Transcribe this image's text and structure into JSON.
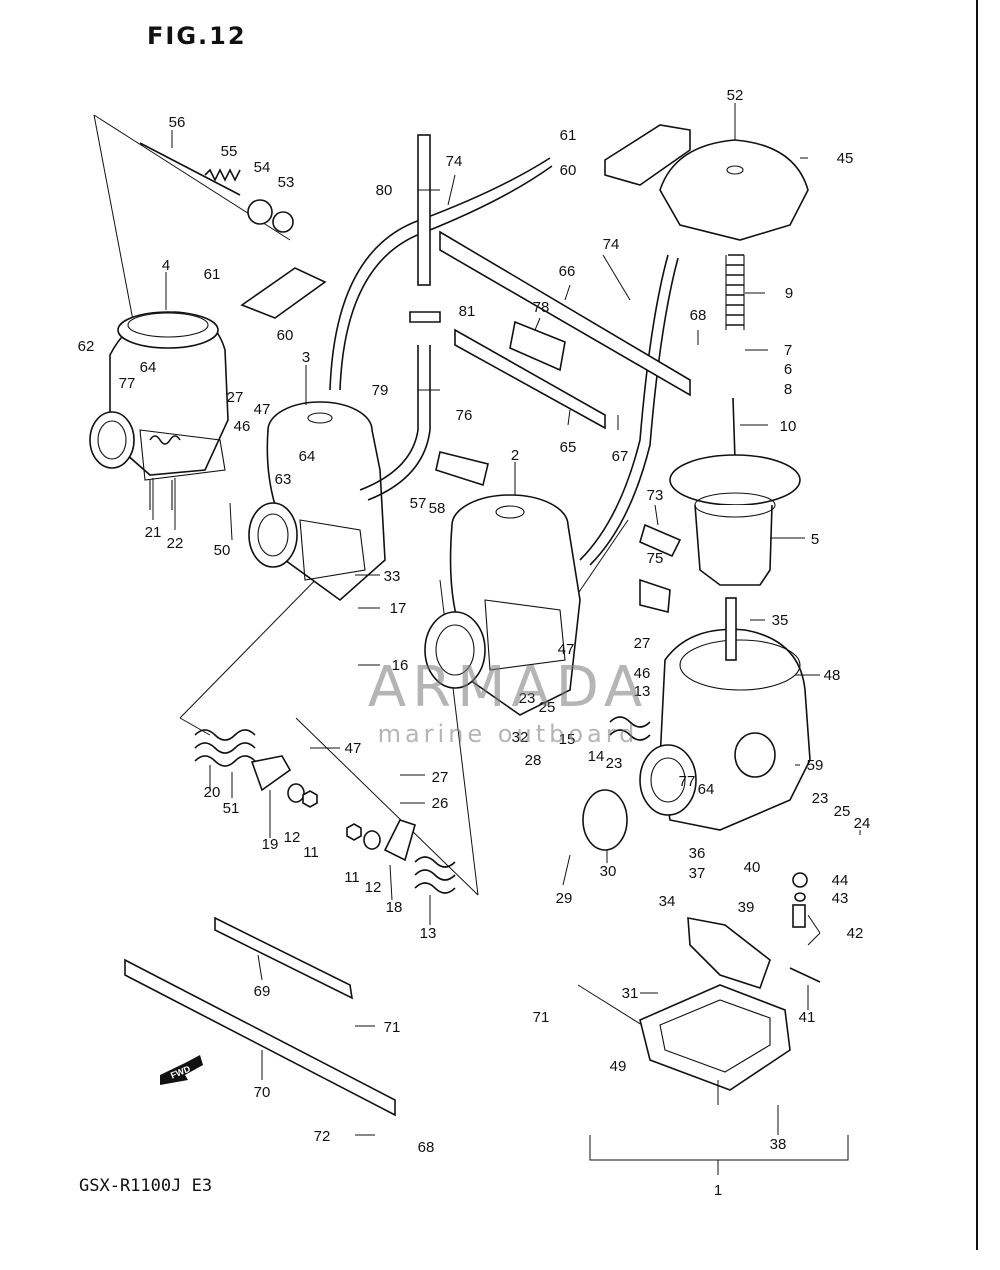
{
  "figure_title": "FIG.12",
  "model_code": "GSX-R1100J E3",
  "watermark": {
    "brand": "ARMADA",
    "tagline": "marine outboard"
  },
  "fwd_label": "FWD",
  "parts": [
    {
      "id": "p1",
      "label": "1"
    },
    {
      "id": "p2",
      "label": "2"
    },
    {
      "id": "p3",
      "label": "3"
    },
    {
      "id": "p4",
      "label": "4"
    },
    {
      "id": "p5",
      "label": "5"
    },
    {
      "id": "p6",
      "label": "6"
    },
    {
      "id": "p7",
      "label": "7"
    },
    {
      "id": "p8",
      "label": "8"
    },
    {
      "id": "p9",
      "label": "9"
    },
    {
      "id": "p10",
      "label": "10"
    },
    {
      "id": "p11a",
      "label": "11"
    },
    {
      "id": "p11b",
      "label": "11"
    },
    {
      "id": "p12a",
      "label": "12"
    },
    {
      "id": "p12b",
      "label": "12"
    },
    {
      "id": "p13a",
      "label": "13"
    },
    {
      "id": "p13b",
      "label": "13"
    },
    {
      "id": "p14",
      "label": "14"
    },
    {
      "id": "p15",
      "label": "15"
    },
    {
      "id": "p16",
      "label": "16"
    },
    {
      "id": "p17",
      "label": "17"
    },
    {
      "id": "p18",
      "label": "18"
    },
    {
      "id": "p19",
      "label": "19"
    },
    {
      "id": "p20",
      "label": "20"
    },
    {
      "id": "p21",
      "label": "21"
    },
    {
      "id": "p22",
      "label": "22"
    },
    {
      "id": "p23a",
      "label": "23"
    },
    {
      "id": "p23b",
      "label": "23"
    },
    {
      "id": "p23c",
      "label": "23"
    },
    {
      "id": "p24",
      "label": "24"
    },
    {
      "id": "p25a",
      "label": "25"
    },
    {
      "id": "p25b",
      "label": "25"
    },
    {
      "id": "p26",
      "label": "26"
    },
    {
      "id": "p27a",
      "label": "27"
    },
    {
      "id": "p27b",
      "label": "27"
    },
    {
      "id": "p27c",
      "label": "27"
    },
    {
      "id": "p28",
      "label": "28"
    },
    {
      "id": "p29",
      "label": "29"
    },
    {
      "id": "p30",
      "label": "30"
    },
    {
      "id": "p31",
      "label": "31"
    },
    {
      "id": "p32",
      "label": "32"
    },
    {
      "id": "p33",
      "label": "33"
    },
    {
      "id": "p34",
      "label": "34"
    },
    {
      "id": "p35",
      "label": "35"
    },
    {
      "id": "p36",
      "label": "36"
    },
    {
      "id": "p37",
      "label": "37"
    },
    {
      "id": "p38",
      "label": "38"
    },
    {
      "id": "p39",
      "label": "39"
    },
    {
      "id": "p40",
      "label": "40"
    },
    {
      "id": "p41",
      "label": "41"
    },
    {
      "id": "p42",
      "label": "42"
    },
    {
      "id": "p43",
      "label": "43"
    },
    {
      "id": "p44",
      "label": "44"
    },
    {
      "id": "p45",
      "label": "45"
    },
    {
      "id": "p46a",
      "label": "46"
    },
    {
      "id": "p46b",
      "label": "46"
    },
    {
      "id": "p47a",
      "label": "47"
    },
    {
      "id": "p47b",
      "label": "47"
    },
    {
      "id": "p47c",
      "label": "47"
    },
    {
      "id": "p48",
      "label": "48"
    },
    {
      "id": "p49",
      "label": "49"
    },
    {
      "id": "p50",
      "label": "50"
    },
    {
      "id": "p51",
      "label": "51"
    },
    {
      "id": "p52",
      "label": "52"
    },
    {
      "id": "p53",
      "label": "53"
    },
    {
      "id": "p54",
      "label": "54"
    },
    {
      "id": "p55",
      "label": "55"
    },
    {
      "id": "p56",
      "label": "56"
    },
    {
      "id": "p57",
      "label": "57"
    },
    {
      "id": "p58",
      "label": "58"
    },
    {
      "id": "p59",
      "label": "59"
    },
    {
      "id": "p60a",
      "label": "60"
    },
    {
      "id": "p60b",
      "label": "60"
    },
    {
      "id": "p61a",
      "label": "61"
    },
    {
      "id": "p61b",
      "label": "61"
    },
    {
      "id": "p62",
      "label": "62"
    },
    {
      "id": "p63",
      "label": "63"
    },
    {
      "id": "p64a",
      "label": "64"
    },
    {
      "id": "p64b",
      "label": "64"
    },
    {
      "id": "p64c",
      "label": "64"
    },
    {
      "id": "p65",
      "label": "65"
    },
    {
      "id": "p66",
      "label": "66"
    },
    {
      "id": "p67",
      "label": "67"
    },
    {
      "id": "p68a",
      "label": "68"
    },
    {
      "id": "p68b",
      "label": "68"
    },
    {
      "id": "p69",
      "label": "69"
    },
    {
      "id": "p70",
      "label": "70"
    },
    {
      "id": "p71a",
      "label": "71"
    },
    {
      "id": "p71b",
      "label": "71"
    },
    {
      "id": "p72",
      "label": "72"
    },
    {
      "id": "p73",
      "label": "73"
    },
    {
      "id": "p74a",
      "label": "74"
    },
    {
      "id": "p74b",
      "label": "74"
    },
    {
      "id": "p75",
      "label": "75"
    },
    {
      "id": "p76",
      "label": "76"
    },
    {
      "id": "p77a",
      "label": "77"
    },
    {
      "id": "p77b",
      "label": "77"
    },
    {
      "id": "p78",
      "label": "78"
    },
    {
      "id": "p79",
      "label": "79"
    },
    {
      "id": "p80",
      "label": "80"
    },
    {
      "id": "p81",
      "label": "81"
    }
  ]
}
